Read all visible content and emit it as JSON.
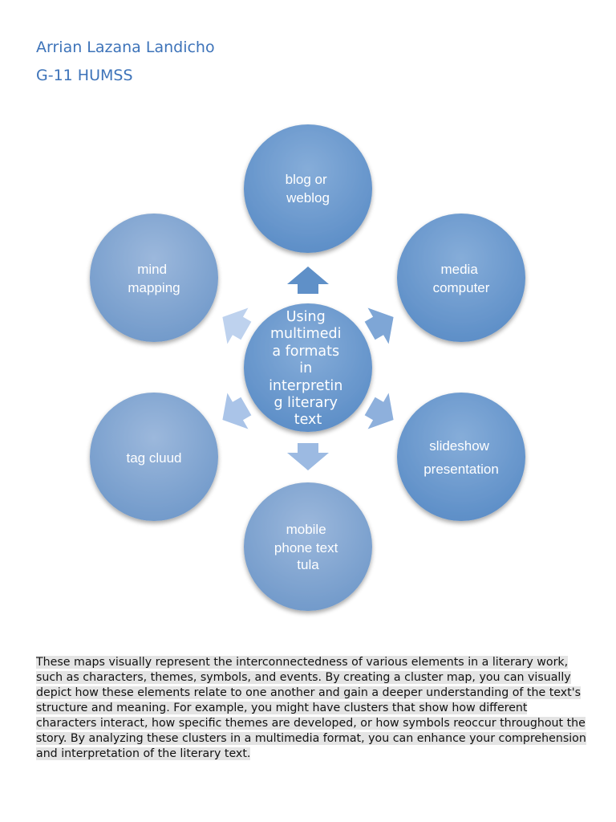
{
  "header": {
    "author": "Arrian Lazana Landicho",
    "section": "G-11 HUMSS"
  },
  "diagram": {
    "center": {
      "lines": [
        "Using",
        "multimedi",
        "a formats",
        "in",
        "interpretin",
        "g literary",
        "text"
      ]
    },
    "nodes": [
      {
        "id": "blog",
        "lines": [
          "blog or",
          "weblog"
        ]
      },
      {
        "id": "media",
        "lines": [
          "media",
          "computer"
        ]
      },
      {
        "id": "slideshow",
        "lines": [
          "slideshow",
          "presentation"
        ]
      },
      {
        "id": "mobile",
        "lines": [
          "mobile",
          "phone text",
          "tula"
        ]
      },
      {
        "id": "tag",
        "lines": [
          "tag cluud"
        ]
      },
      {
        "id": "mind",
        "lines": [
          "mind",
          "mapping"
        ]
      }
    ],
    "colors": {
      "node_fill_top": "#7aa3d2",
      "node_fill_bottom": "#4f85c2",
      "arrow_fill": "#a9c3e6",
      "text": "#ffffff"
    }
  },
  "body": {
    "paragraph": "These maps visually represent the interconnectedness of various elements in a literary work, such as characters, themes, symbols, and events. By creating a cluster map, you can visually depict how these elements relate to one another and gain a deeper understanding of the text's structure and meaning. For example, you might have clusters that show how different characters interact, how specific themes are developed, or how symbols reoccur throughout the story. By analyzing these clusters in a multimedia format, you can enhance your comprehension and interpretation of the literary text."
  }
}
